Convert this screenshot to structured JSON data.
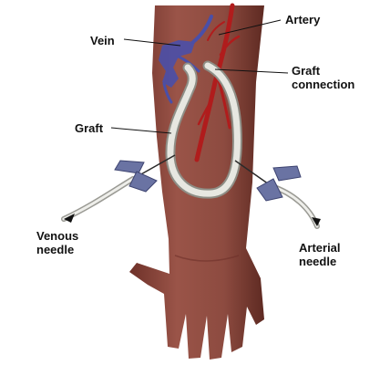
{
  "labels": {
    "artery": "Artery",
    "vein": "Vein",
    "graft_connection_1": "Graft",
    "graft_connection_2": "connection",
    "graft": "Graft",
    "venous_needle_1": "Venous",
    "venous_needle_2": "needle",
    "arterial_needle_1": "Arterial",
    "arterial_needle_2": "needle"
  },
  "colors": {
    "skin": "#8d4b40",
    "skin_shadow": "#6e3129",
    "artery": "#b01c1c",
    "vein": "#4a4fa8",
    "graft": "#e7e7e1",
    "needle_wing": "#6a73a3",
    "leader_line": "#111111"
  },
  "icons": {
    "venous_needle": "butterfly-needle-icon",
    "arterial_needle": "butterfly-needle-icon"
  }
}
